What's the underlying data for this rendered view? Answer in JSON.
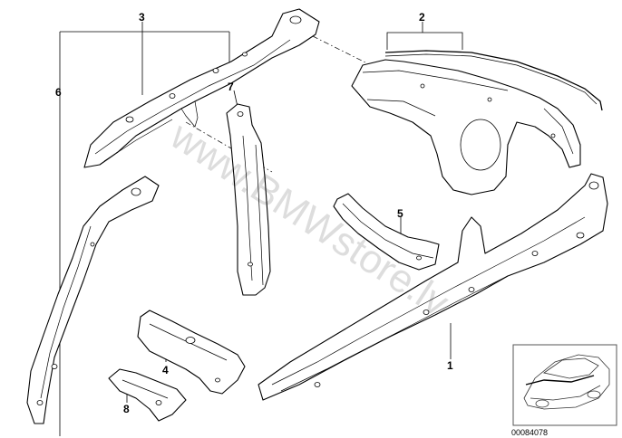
{
  "callouts": {
    "c1": "1",
    "c2": "2",
    "c3": "3",
    "c4": "4",
    "c5": "5",
    "c6": "6",
    "c7": "7",
    "c8": "8"
  },
  "watermark": "www.BMWstore.lv",
  "document_number": "00084078"
}
